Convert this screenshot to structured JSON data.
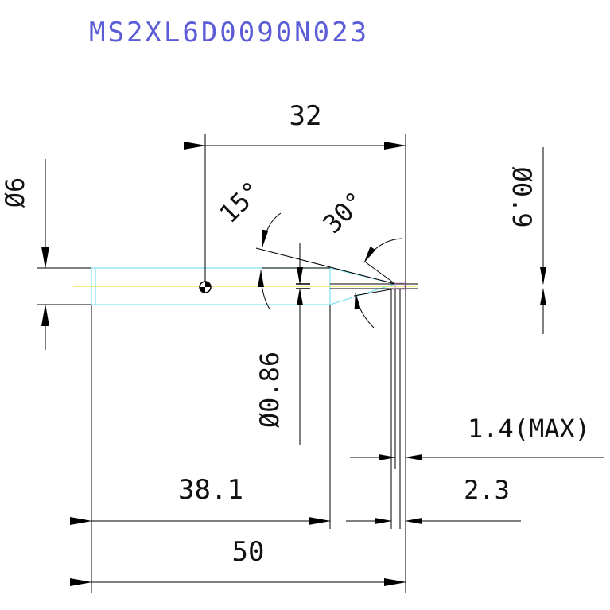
{
  "part_number": "MS2XL6D0090N023",
  "colors": {
    "title": "#5c5cd6",
    "dimension": "#000000",
    "outline": "#7fe0f0",
    "centerline": "#f0e060",
    "text": "#111111"
  },
  "dimensions": {
    "shank_diameter": "Ø6",
    "tip_diameter": "Ø0.9",
    "neck_diameter": "Ø0.86",
    "angle_15": "15°",
    "angle_30": "30°",
    "length_32": "32",
    "length_38_1": "38.1",
    "length_50": "50",
    "max_1_4": "1.4(MAX)",
    "length_2_3": "2.3"
  }
}
